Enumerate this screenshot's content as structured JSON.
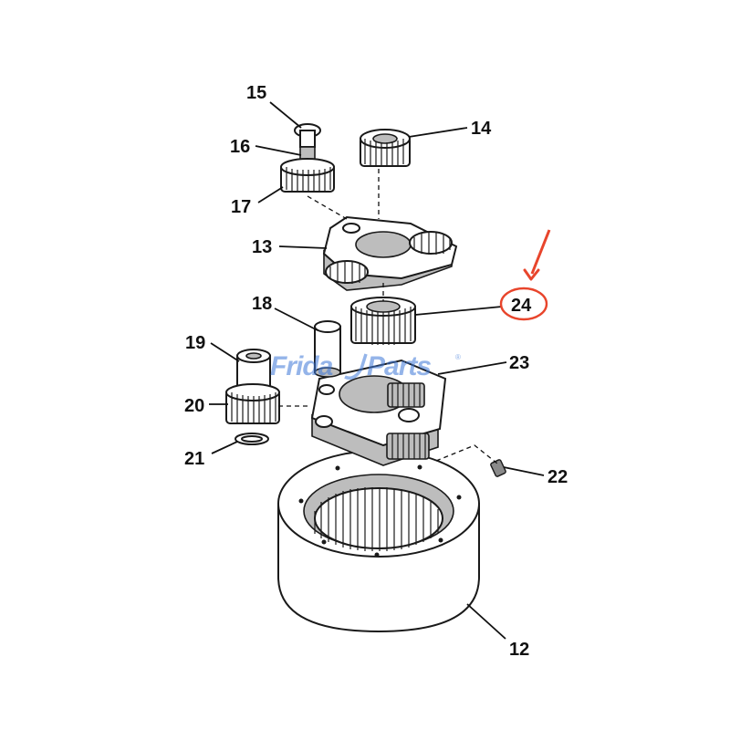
{
  "diagram": {
    "callouts": [
      {
        "id": "c12",
        "label": "12"
      },
      {
        "id": "c13",
        "label": "13"
      },
      {
        "id": "c14",
        "label": "14"
      },
      {
        "id": "c15",
        "label": "15"
      },
      {
        "id": "c16",
        "label": "16"
      },
      {
        "id": "c17",
        "label": "17"
      },
      {
        "id": "c18",
        "label": "18"
      },
      {
        "id": "c19",
        "label": "19"
      },
      {
        "id": "c20",
        "label": "20"
      },
      {
        "id": "c21",
        "label": "21"
      },
      {
        "id": "c22",
        "label": "22"
      },
      {
        "id": "c23",
        "label": "23"
      },
      {
        "id": "c24",
        "label": "24"
      }
    ],
    "highlighted_part": "24",
    "highlight_color": "#e8452c",
    "watermark": {
      "text_part1": "Frida",
      "text_part2": "Parts",
      "registered": "®",
      "color": "#3d78d8"
    }
  }
}
